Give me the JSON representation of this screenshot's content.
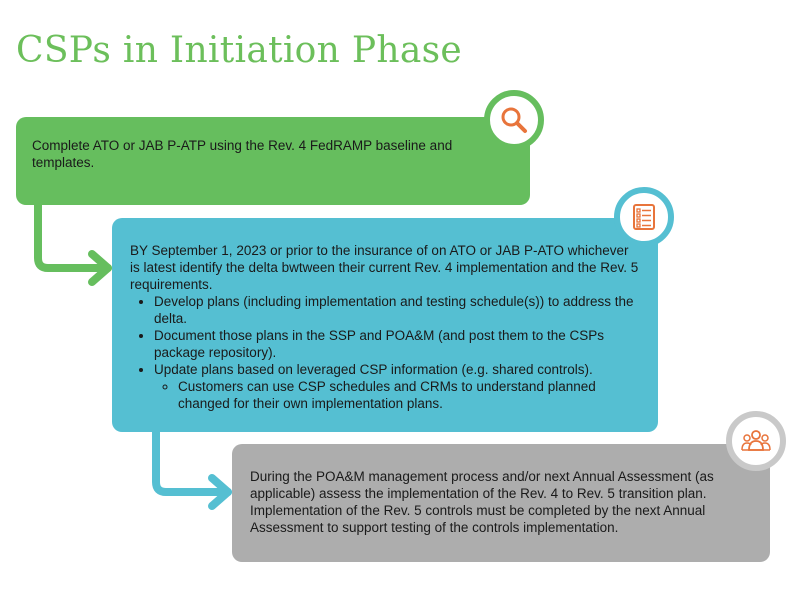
{
  "title": "CSPs in Initiation Phase",
  "colors": {
    "green": "#66be5e",
    "blue": "#55bfd2",
    "gray": "#adadad",
    "icon_orange": "#e8743b"
  },
  "steps": [
    {
      "icon": "magnifier-icon",
      "text": "Complete ATO or JAB P-ATP using the Rev. 4 FedRAMP baseline and templates."
    },
    {
      "icon": "checklist-icon",
      "intro": "BY September 1, 2023 or prior to the insurance of on ATO or JAB P-ATO whichever is latest identify the delta bwtween their current Rev. 4 implementation and the Rev. 5 requirements.",
      "bullets": [
        "Develop plans (including implementation and testing schedule(s)) to address the delta.",
        "Document those plans in the SSP and POA&M (and post them to the CSPs package repository).",
        "Update plans based on leveraged CSP information (e.g. shared controls)."
      ],
      "sub_bullets": [
        "Customers can use CSP schedules and CRMs to understand planned changed for their own implementation plans."
      ]
    },
    {
      "icon": "people-group-icon",
      "text": "During the POA&M management process and/or next Annual Assessment (as applicable) assess the implementation of the Rev. 4 to Rev. 5 transition plan. Implementation of the Rev. 5 controls must be completed by the next Annual Assessment to support testing of the controls implementation."
    }
  ]
}
